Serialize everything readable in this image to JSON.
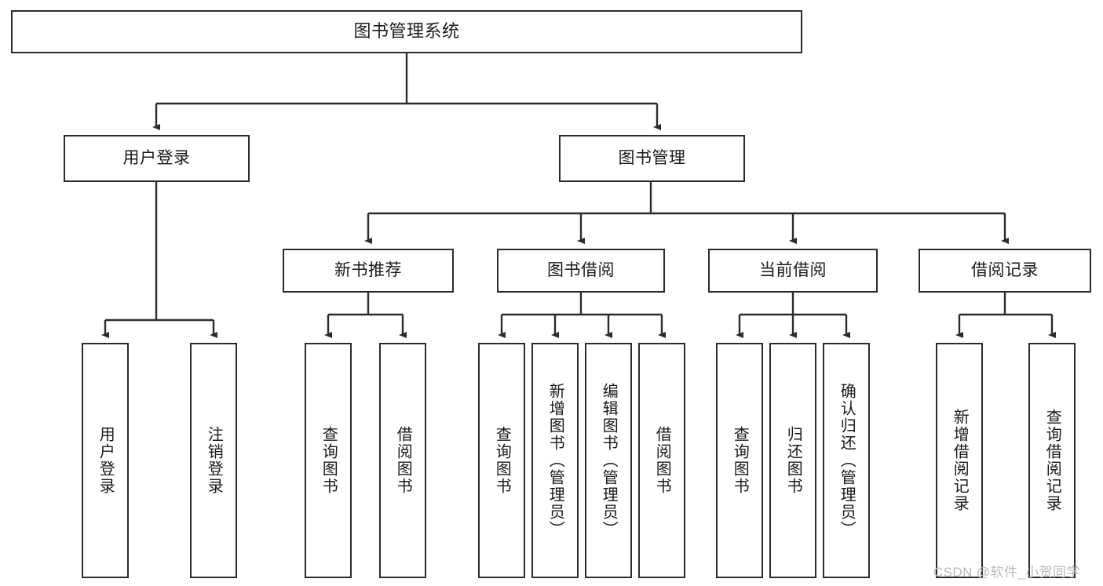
{
  "diagram": {
    "type": "tree",
    "title": "图书管理系统",
    "stroke_color": "#2b2b2b",
    "background_color": "#ffffff",
    "text_color": "#1a1a1a",
    "levels": [
      {
        "level": 0,
        "nodes": [
          {
            "id": "root",
            "label": "图书管理系统",
            "orientation": "horizontal"
          }
        ]
      },
      {
        "level": 1,
        "nodes": [
          {
            "id": "login",
            "label": "用户登录",
            "orientation": "horizontal",
            "parent": "root"
          },
          {
            "id": "bookmgmt",
            "label": "图书管理",
            "orientation": "horizontal",
            "parent": "root"
          }
        ]
      },
      {
        "level": 2,
        "nodes": [
          {
            "id": "newbook",
            "label": "新书推荐",
            "orientation": "horizontal",
            "parent": "bookmgmt"
          },
          {
            "id": "borrow",
            "label": "图书借阅",
            "orientation": "horizontal",
            "parent": "bookmgmt"
          },
          {
            "id": "current",
            "label": "当前借阅",
            "orientation": "horizontal",
            "parent": "bookmgmt"
          },
          {
            "id": "record",
            "label": "借阅记录",
            "orientation": "horizontal",
            "parent": "bookmgmt"
          }
        ]
      },
      {
        "level": 3,
        "nodes": [
          {
            "id": "leaf1",
            "label": "用户登录",
            "orientation": "vertical",
            "parent": "login"
          },
          {
            "id": "leaf2",
            "label": "注销登录",
            "orientation": "vertical",
            "parent": "login"
          },
          {
            "id": "leaf3",
            "label": "查询图书",
            "orientation": "vertical",
            "parent": "newbook"
          },
          {
            "id": "leaf4",
            "label": "借阅图书",
            "orientation": "vertical",
            "parent": "newbook"
          },
          {
            "id": "leaf5",
            "label": "查询图书",
            "orientation": "vertical",
            "parent": "borrow"
          },
          {
            "id": "leaf6",
            "label": "新增图书（管理员）",
            "orientation": "vertical",
            "parent": "borrow"
          },
          {
            "id": "leaf7",
            "label": "编辑图书（管理员）",
            "orientation": "vertical",
            "parent": "borrow"
          },
          {
            "id": "leaf8",
            "label": "借阅图书",
            "orientation": "vertical",
            "parent": "borrow"
          },
          {
            "id": "leaf9",
            "label": "查询图书",
            "orientation": "vertical",
            "parent": "current"
          },
          {
            "id": "leaf10",
            "label": "归还图书",
            "orientation": "vertical",
            "parent": "current"
          },
          {
            "id": "leaf11",
            "label": "确认归还（管理员）",
            "orientation": "vertical",
            "parent": "current"
          },
          {
            "id": "leaf12",
            "label": "新增借阅记录",
            "orientation": "vertical",
            "parent": "record"
          },
          {
            "id": "leaf13",
            "label": "查询借阅记录",
            "orientation": "vertical",
            "parent": "record"
          }
        ]
      }
    ]
  },
  "watermark": {
    "text": "CSDN @软件_小贺同学"
  }
}
